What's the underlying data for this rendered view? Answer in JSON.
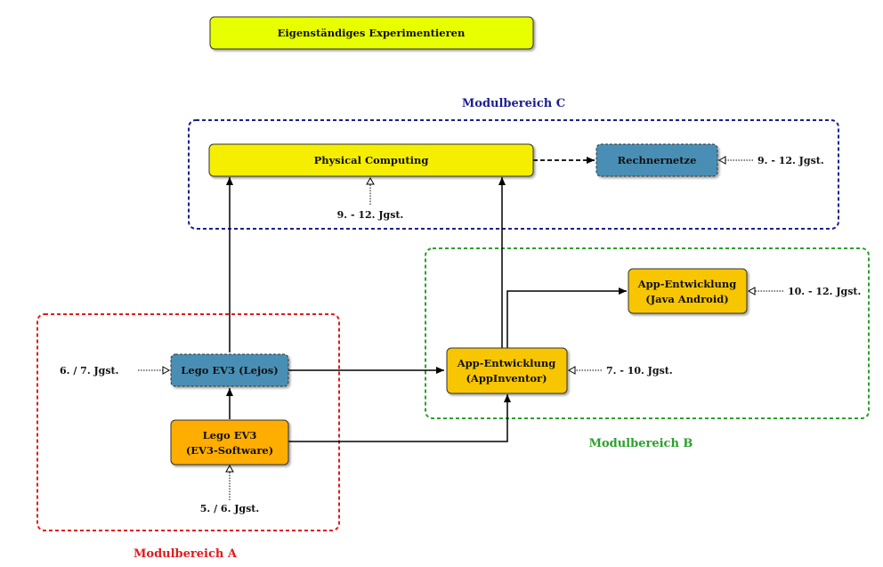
{
  "top_box": {
    "label": "Eigenständiges Experimentieren"
  },
  "regions": {
    "a": {
      "label": "Modulbereich A",
      "color": "#e31a1c"
    },
    "b": {
      "label": "Modulbereich B",
      "color": "#2ca02c"
    },
    "c": {
      "label": "Modulbereich C",
      "color": "#1a1f8f"
    }
  },
  "nodes": {
    "physical_computing": {
      "line1": "Physical Computing",
      "line2": ""
    },
    "rechnernetze": {
      "line1": "Rechnernetze",
      "line2": ""
    },
    "app_java": {
      "line1": "App-Entwicklung",
      "line2": "(Java Android)"
    },
    "app_inventor": {
      "line1": "App-Entwicklung",
      "line2": "(AppInventor)"
    },
    "lego_lejos": {
      "line1": "Lego EV3 (Lejos)",
      "line2": ""
    },
    "lego_ev3": {
      "line1": "Lego EV3",
      "line2": "(EV3-Software)"
    }
  },
  "grades": {
    "physical_computing": "9. - 12. Jgst.",
    "rechnernetze": "9. - 12. Jgst.",
    "app_java": "10. - 12. Jgst.",
    "app_inventor": "7. - 10. Jgst.",
    "lego_lejos": "6. / 7. Jgst.",
    "lego_ev3": "5. / 6. Jgst."
  },
  "colors": {
    "yellow_fill": "#f5ee00",
    "top_fill": "#e8ff00",
    "blue_fill": "#4a8fb5",
    "gold_fill": "#f7c600",
    "orange_fill": "#ffad00"
  }
}
